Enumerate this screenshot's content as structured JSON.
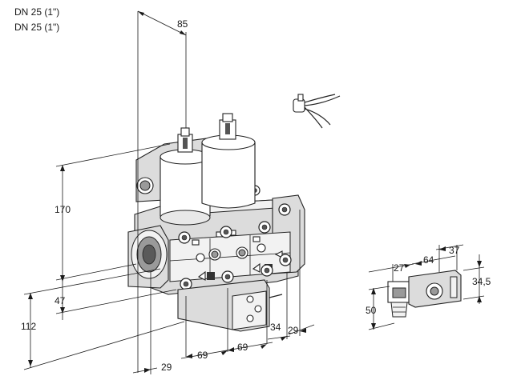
{
  "header": {
    "line1": "DN 25 (1\")",
    "line2": "DN 25 (1\")"
  },
  "dimensions": {
    "top_width": "85",
    "height_170": "170",
    "offset_47": "47",
    "base_112": "112",
    "bottom_29": "29",
    "spacing_69a": "69",
    "spacing_69b": "69",
    "depth_34": "34",
    "depth_29": "29",
    "conn_27": "27",
    "conn_64": "64",
    "conn_37": "37",
    "conn_50": "50",
    "conn_34_5": "34,5"
  }
}
